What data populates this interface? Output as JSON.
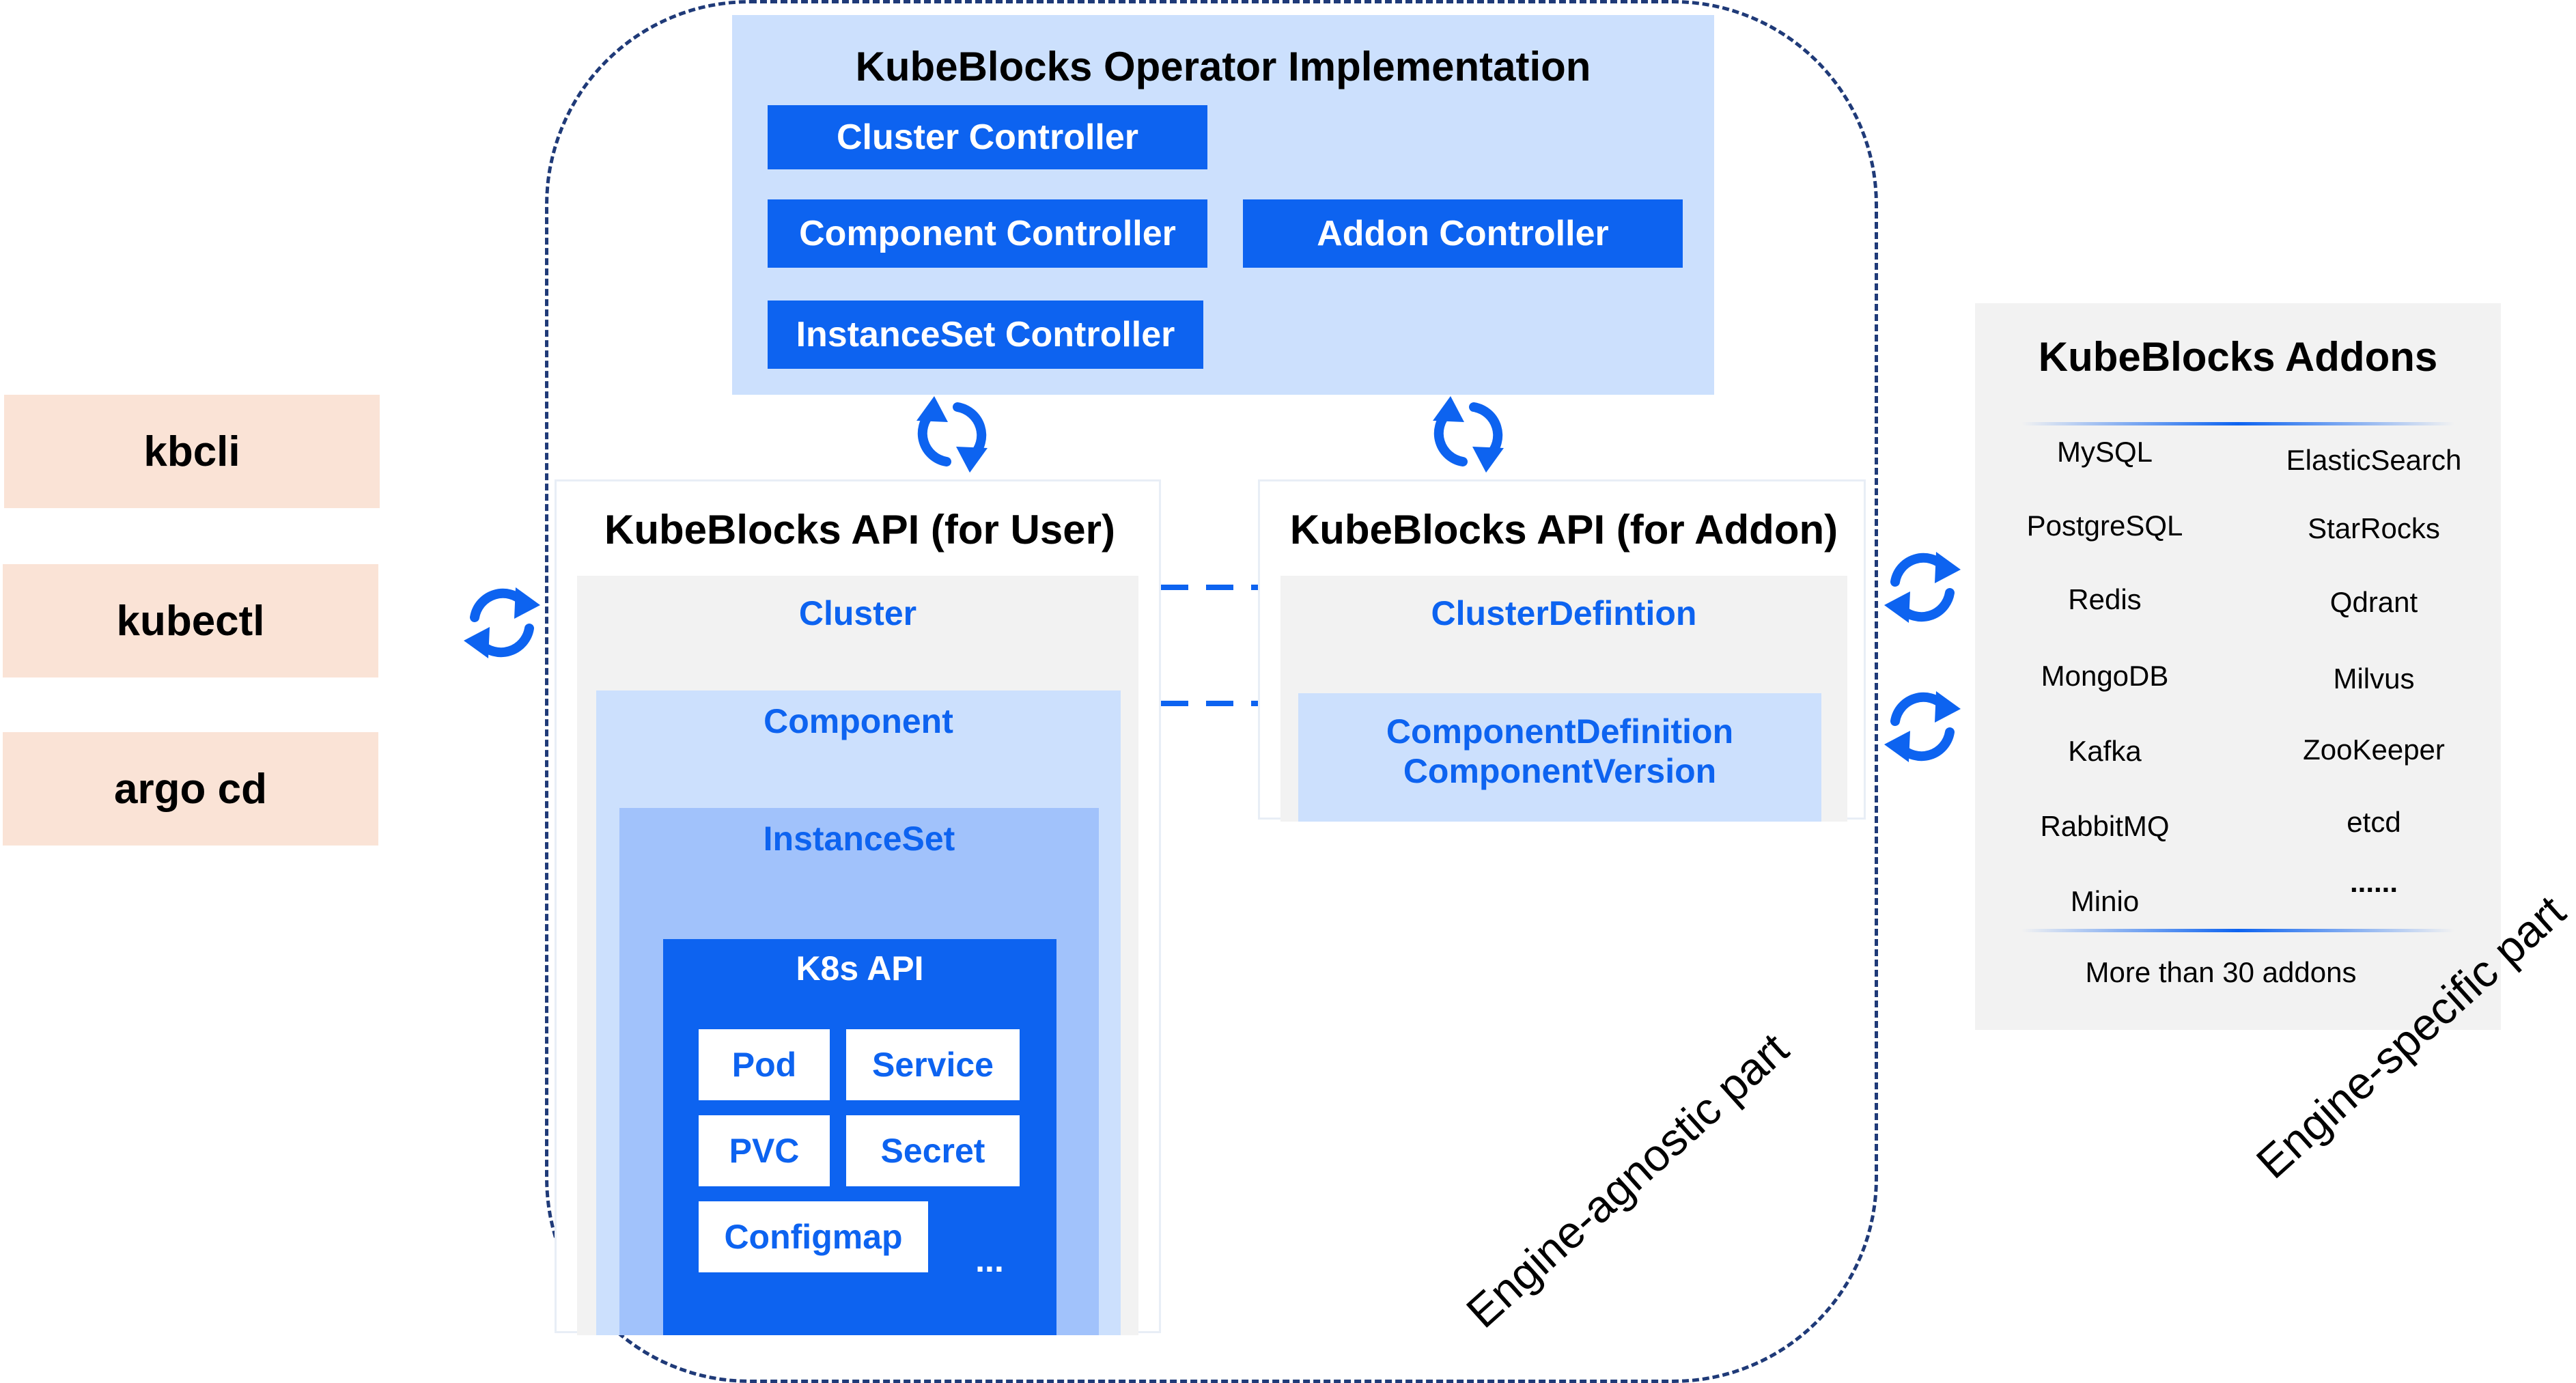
{
  "tools": [
    "kbcli",
    "kubectl",
    "argo cd"
  ],
  "operator": {
    "title": "KubeBlocks Operator Implementation",
    "controllers": [
      "Cluster Controller",
      "Component Controller",
      "Addon Controller",
      "InstanceSet Controller"
    ]
  },
  "user_api": {
    "title": "KubeBlocks API (for User)",
    "cluster": "Cluster",
    "component": "Component",
    "instanceset": "InstanceSet",
    "k8s_api": "K8s API",
    "resources": [
      "Pod",
      "Service",
      "PVC",
      "Secret",
      "Configmap"
    ],
    "more": "..."
  },
  "addon_api": {
    "title": "KubeBlocks API (for Addon)",
    "cluster_definition": "ClusterDefintion",
    "component_definition": "ComponentDefinition",
    "component_version": "ComponentVersion"
  },
  "addons": {
    "title": "KubeBlocks Addons",
    "left": [
      "MySQL",
      "PostgreSQL",
      "Redis",
      "MongoDB",
      "Kafka",
      "RabbitMQ",
      "Minio"
    ],
    "right": [
      "ElasticSearch",
      "StarRocks",
      "Qdrant",
      "Milvus",
      "ZooKeeper",
      "etcd",
      "......"
    ],
    "footer": "More than 30 addons"
  },
  "labels": {
    "engine_agnostic": "Engine-agnostic part",
    "engine_specific": "Engine-specific part"
  },
  "colors": {
    "primary_blue": "#0d63f0",
    "light_blue": "#cce0fd",
    "mid_blue": "#a1c2fb",
    "tool_peach": "#fae3d6",
    "panel_grey": "#f2f2f2",
    "dashed_navy": "#1f3a78"
  }
}
